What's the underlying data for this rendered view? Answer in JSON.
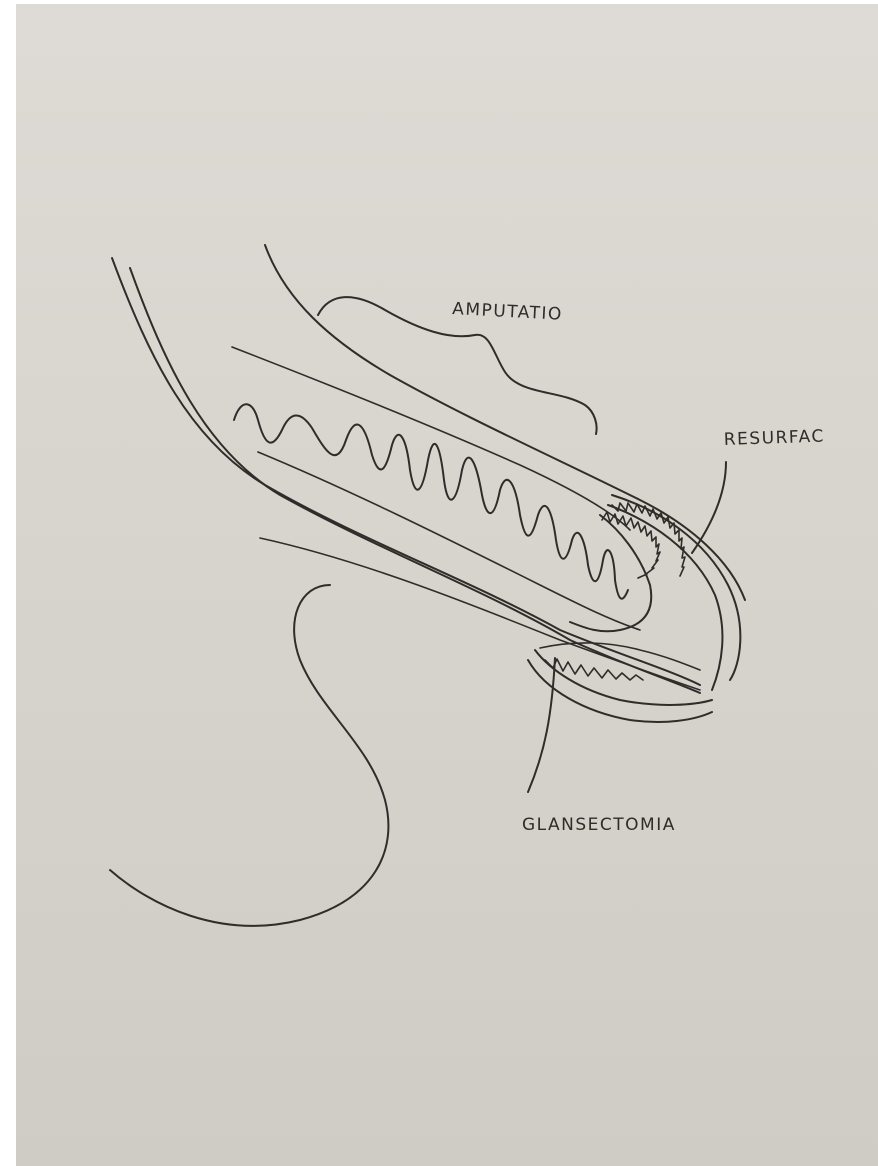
{
  "diagram": {
    "labels": {
      "amputation": "AMPUTATIO",
      "resurfacing": "RESURFAC",
      "glansectomy": "GLANSECTOMIA"
    }
  }
}
